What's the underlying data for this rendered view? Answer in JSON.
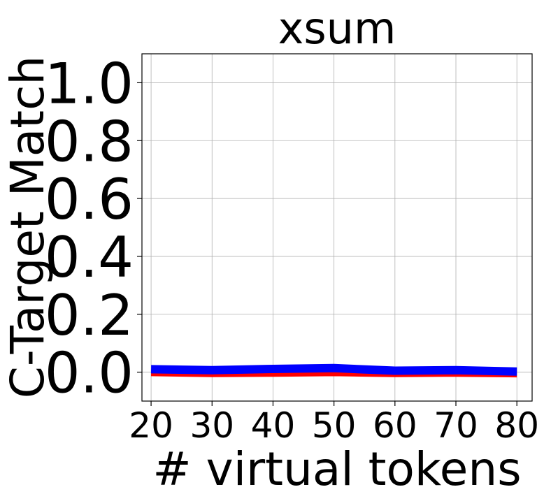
{
  "chart_data": {
    "type": "line",
    "title": "xsum",
    "xlabel": "# virtual tokens",
    "ylabel": "C-Target Match",
    "x": [
      20,
      30,
      40,
      50,
      60,
      70,
      80
    ],
    "xticks": [
      "20",
      "30",
      "40",
      "50",
      "60",
      "70",
      "80"
    ],
    "yticks": [
      "0.0",
      "0.2",
      "0.4",
      "0.6",
      "0.8",
      "1.0"
    ],
    "ytick_values": [
      0.0,
      0.2,
      0.4,
      0.6,
      0.8,
      1.0
    ],
    "xlim": [
      18.5,
      82.5
    ],
    "ylim": [
      -0.1,
      1.1
    ],
    "grid": true,
    "series": [
      {
        "color": "#ff0000",
        "values": [
          -0.002,
          -0.005,
          -0.004,
          -0.002,
          -0.005,
          -0.004,
          -0.006
        ]
      },
      {
        "color": "#0000ff",
        "values": [
          0.01,
          0.007,
          0.011,
          0.014,
          0.005,
          0.007,
          0.002
        ]
      }
    ]
  }
}
